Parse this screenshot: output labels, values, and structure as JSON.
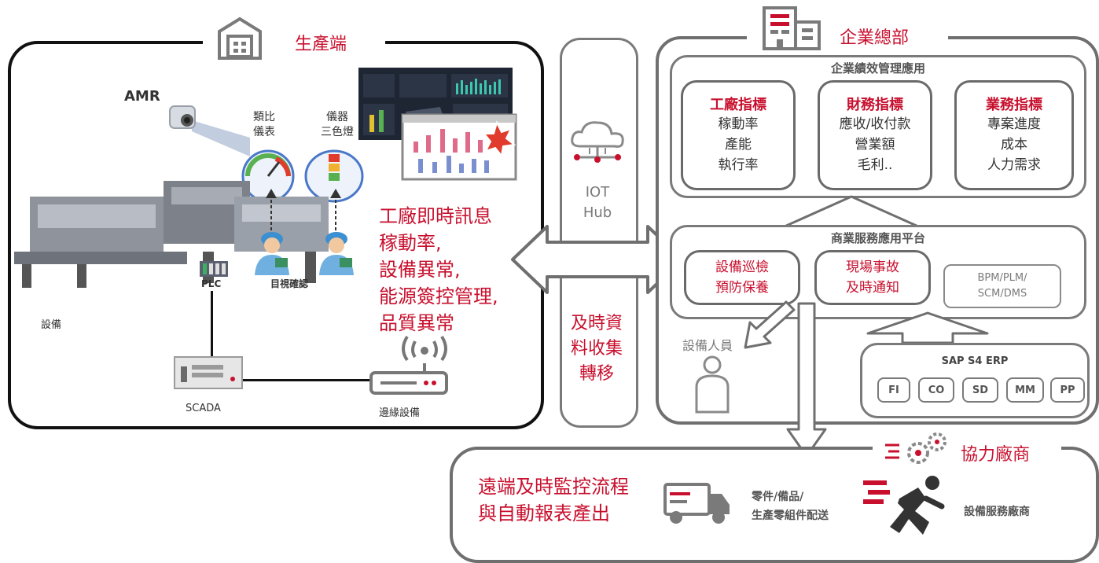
{
  "production": {
    "title": "生產端",
    "amr": "AMR",
    "analog_meter": [
      "類比",
      "儀表"
    ],
    "instrument_light": [
      "儀器",
      "三色燈"
    ],
    "plc": "PLC",
    "visual_check": "目視確認",
    "equipment": "設備",
    "scada": "SCADA",
    "edge_device": "邊緣設備",
    "factory_info": [
      "工廠即時訊息",
      "稼動率,",
      "設備異常,",
      "能源簽控管理,",
      "品質異常"
    ]
  },
  "iot": {
    "hub": [
      "IOT",
      "Hub"
    ],
    "transfer": [
      "及時資",
      "料收集",
      "轉移"
    ]
  },
  "hq": {
    "title": "企業總部",
    "kpi_app": {
      "title": "企業績效管理應用",
      "cards": [
        {
          "title": "工廠指標",
          "lines": [
            "稼動率",
            "產能",
            "執行率"
          ]
        },
        {
          "title": "財務指標",
          "lines": [
            "應收/收付款",
            "營業額",
            "毛利.."
          ]
        },
        {
          "title": "業務指標",
          "lines": [
            "專案進度",
            "成本",
            "人力需求"
          ]
        }
      ]
    },
    "service_platform": {
      "title": "商業服務應用平台",
      "box1": [
        "設備巡檢",
        "預防保養"
      ],
      "box2": [
        "現場事故",
        "及時通知"
      ],
      "box3": [
        "BPM/PLM/",
        "SCM/DMS"
      ]
    },
    "staff": "設備人員",
    "erp": {
      "title": "SAP S4 ERP",
      "modules": [
        "FI",
        "CO",
        "SD",
        "MM",
        "PP"
      ]
    }
  },
  "partners": {
    "title": "協力廠商",
    "remote": [
      "遠端及時監控流程",
      "與自動報表產出"
    ],
    "parts": [
      "零件/備品/",
      "生產零組件配送"
    ],
    "service_vendor": "設備服務廠商"
  },
  "colors": {
    "accent": "#c8102e",
    "gray": "#6f6f6f",
    "black": "#111111"
  }
}
